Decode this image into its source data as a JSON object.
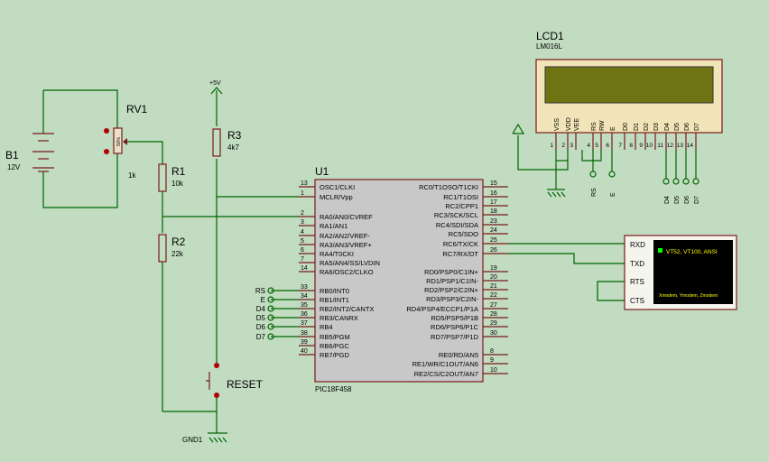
{
  "lcd": {
    "ref": "LCD1",
    "model": "LM016L",
    "pins": [
      {
        "name": "VSS",
        "num": "1"
      },
      {
        "name": "VDD",
        "num": "2"
      },
      {
        "name": "VEE",
        "num": "3"
      },
      {
        "name": "RS",
        "num": "4"
      },
      {
        "name": "RW",
        "num": "5"
      },
      {
        "name": "E",
        "num": "6"
      },
      {
        "name": "D0",
        "num": "7"
      },
      {
        "name": "D1",
        "num": "8"
      },
      {
        "name": "D2",
        "num": "9"
      },
      {
        "name": "D3",
        "num": "10"
      },
      {
        "name": "D4",
        "num": "11"
      },
      {
        "name": "D5",
        "num": "12"
      },
      {
        "name": "D6",
        "num": "13"
      },
      {
        "name": "D7",
        "num": "14"
      }
    ],
    "terminals": [
      "RS",
      "E",
      "D4",
      "D5",
      "D6",
      "D7"
    ],
    "colors": {
      "frame": "#f0e4b8",
      "glass": "#6f7311",
      "border": "#7a1a1a"
    }
  },
  "battery": {
    "ref": "B1",
    "value": "12V"
  },
  "pot": {
    "ref": "RV1",
    "value": "1k",
    "center": "50%"
  },
  "resistors": [
    {
      "ref": "R1",
      "value": "10k"
    },
    {
      "ref": "R2",
      "value": "22k"
    },
    {
      "ref": "R3",
      "value": "4k7"
    }
  ],
  "power": {
    "label": "+5V"
  },
  "ground": {
    "label": "GND1"
  },
  "reset": {
    "label": "RESET"
  },
  "mcu": {
    "ref": "U1",
    "part": "PIC18F458",
    "left_pins": [
      {
        "num": "13",
        "name": "OSC1/CLKI"
      },
      {
        "num": "1",
        "name": "MCLR/Vpp"
      },
      {
        "num": "2",
        "name": "RA0/AN0/CVREF"
      },
      {
        "num": "3",
        "name": "RA1/AN1"
      },
      {
        "num": "4",
        "name": "RA2/AN2/VREF-"
      },
      {
        "num": "5",
        "name": "RA3/AN3/VREF+"
      },
      {
        "num": "6",
        "name": "RA4/T0CKI"
      },
      {
        "num": "7",
        "name": "RA5/AN4/SS/LVDIN"
      },
      {
        "num": "14",
        "name": "RA6/OSC2/CLKO"
      },
      {
        "num": "33",
        "name": "RB0/INT0"
      },
      {
        "num": "34",
        "name": "RB1/INT1"
      },
      {
        "num": "35",
        "name": "RB2/INT2/CANTX"
      },
      {
        "num": "36",
        "name": "RB3/CANRX"
      },
      {
        "num": "37",
        "name": "RB4"
      },
      {
        "num": "38",
        "name": "RB5/PGM"
      },
      {
        "num": "39",
        "name": "RB6/PGC"
      },
      {
        "num": "40",
        "name": "RB7/PGD"
      }
    ],
    "left_terminals": [
      "RS",
      "E",
      "D4",
      "D5",
      "D6",
      "D7"
    ],
    "right_pins": [
      {
        "num": "15",
        "name": "RC0/T1OSO/T1CKI"
      },
      {
        "num": "16",
        "name": "RC1/T1OSI"
      },
      {
        "num": "17",
        "name": "RC2/CPP1"
      },
      {
        "num": "18",
        "name": "RC3/SCK/SCL"
      },
      {
        "num": "23",
        "name": "RC4/SDI/SDA"
      },
      {
        "num": "24",
        "name": "RC5/SDO"
      },
      {
        "num": "25",
        "name": "RC6/TX/CK"
      },
      {
        "num": "26",
        "name": "RC7/RX/DT"
      },
      {
        "num": "19",
        "name": "RD0/PSP0/C1IN+"
      },
      {
        "num": "20",
        "name": "RD1/PSP1/C1IN-"
      },
      {
        "num": "21",
        "name": "RD2/PSP2/C2IN+"
      },
      {
        "num": "22",
        "name": "RD3/PSP3/C2IN-"
      },
      {
        "num": "27",
        "name": "RD4/PSP4/ECCP1/P1A"
      },
      {
        "num": "28",
        "name": "RD5/PSP5/P1B"
      },
      {
        "num": "29",
        "name": "RD6/PSP6/P1C"
      },
      {
        "num": "30",
        "name": "RD7/PSP7/P1D"
      },
      {
        "num": "8",
        "name": "RE0/RD/AN5"
      },
      {
        "num": "9",
        "name": "RE1/WR/C1OUT/AN6"
      },
      {
        "num": "10",
        "name": "RE2/CS/C2OUT/AN7"
      }
    ],
    "colors": {
      "fill": "#c8c8c8",
      "border": "#7a1a1a"
    }
  },
  "terminal": {
    "pins": [
      "RXD",
      "TXD",
      "RTS",
      "CTS"
    ],
    "line1": "VT52, VT100, ANSI",
    "line2": "Xmodem, Ymodem, Zmodem",
    "colors": {
      "screen": "#000000",
      "text": "#ffff00",
      "cursor": "#00ff00"
    }
  }
}
